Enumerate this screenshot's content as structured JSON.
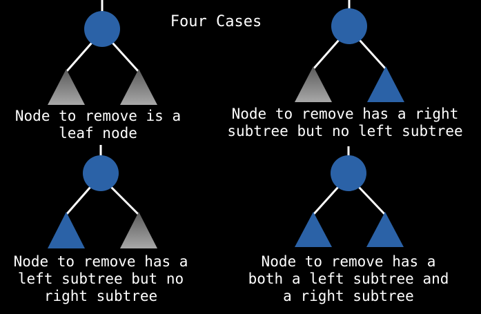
{
  "title": "Four Cases",
  "colors": {
    "background": "#000000",
    "node": "#2b62a7",
    "edge": "#ffffff",
    "subtree_present": "#2b62a7",
    "subtree_absent": "#8a8a8a",
    "text": "#ffffff"
  },
  "cases": [
    {
      "id": "leaf",
      "left_subtree": false,
      "right_subtree": false,
      "caption": [
        "Node to remove is a",
        "leaf node"
      ]
    },
    {
      "id": "right-only",
      "left_subtree": false,
      "right_subtree": true,
      "caption": [
        "Node to remove has a right",
        "subtree but no left subtree"
      ]
    },
    {
      "id": "left-only",
      "left_subtree": true,
      "right_subtree": false,
      "caption": [
        "Node to remove has a",
        "left subtree but no",
        "right subtree"
      ]
    },
    {
      "id": "both",
      "left_subtree": true,
      "right_subtree": true,
      "caption": [
        "Node to remove has a",
        "both a left subtree and",
        "a right subtree"
      ]
    }
  ]
}
